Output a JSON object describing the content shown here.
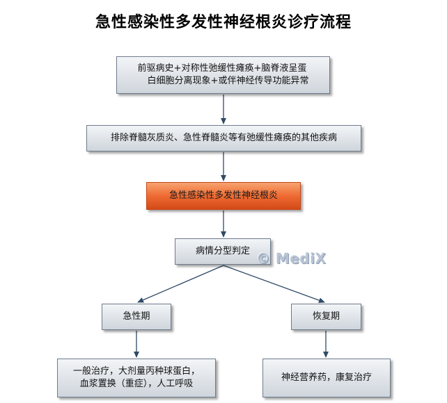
{
  "title": "急性感染性多发性神经根炎诊疗流程",
  "nodes": {
    "criteria": {
      "line1": "前驱病史+对称性弛缓性瘫痪+脑脊液呈蛋",
      "line2": "白细胞分离现象+或伴神经传导功能异常"
    },
    "exclusion": "排除脊髓灰质炎、急性脊髓炎等有弛缓性瘫痪的其他疾病",
    "diagnosis": "急性感染性多发性神经根炎",
    "classification": "病情分型判定",
    "acute": "急性期",
    "recovery": "恢复期",
    "acute_treatment": {
      "line1": "一般治疗，大剂量丙种球蛋白，",
      "line2": "血浆置换（重症），人工呼吸"
    },
    "recovery_treatment": "神经营养药，康复治疗"
  },
  "watermark": "© MediX",
  "colors": {
    "box_fill": "#dfe3e8",
    "box_border": "#6d7b8b",
    "highlight_fill": "#ef6b33",
    "connector": "#2f4a66",
    "watermark": "#b7c3d3"
  }
}
